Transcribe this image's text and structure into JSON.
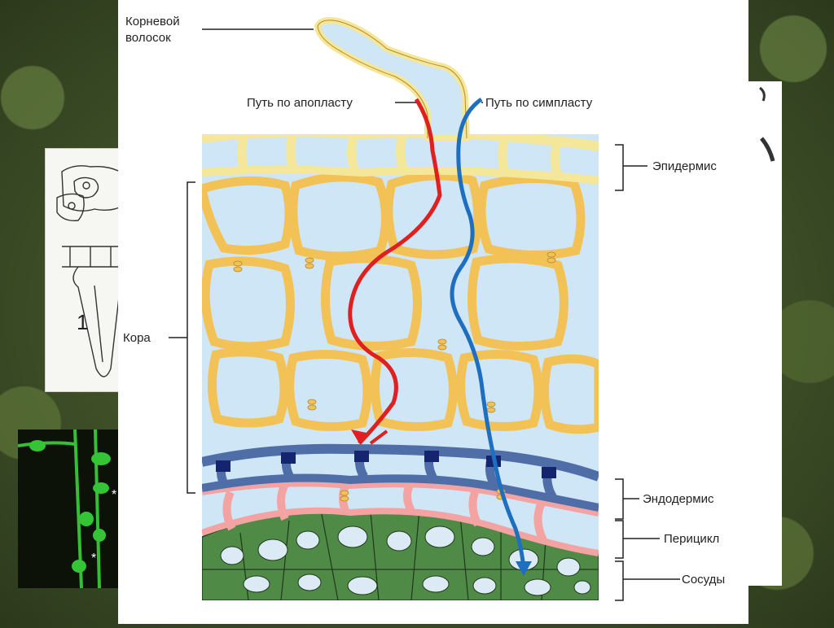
{
  "labels": {
    "root_hair": "Корневой волосок",
    "root_hair_line1": "Корневой",
    "root_hair_line2": "волосок",
    "apoplast": "Путь по апопласту",
    "symplast": "Путь по симпласту",
    "epidermis": "Эпидермис",
    "cortex": "Кора",
    "endodermis": "Эндодермис",
    "pericycle": "Перицикл",
    "vessels": "Сосуды"
  },
  "side_images": {
    "sketch_number": "1",
    "fluor_marker_1": "*",
    "fluor_marker_2": "*"
  },
  "colors": {
    "cell_interior": "#cfe6f6",
    "cell_wall_epidermis": "#f5e79a",
    "cell_wall_cortex": "#f3c257",
    "endodermis_wall": "#4f6ea8",
    "casparian_strip": "#14246e",
    "pericycle_wall": "#f4a3a3",
    "vessel_tissue": "#4f8a46",
    "apoplast_path": "#e02020",
    "symplast_path": "#1f6fc0",
    "wall_outline": "#8a6a20"
  }
}
